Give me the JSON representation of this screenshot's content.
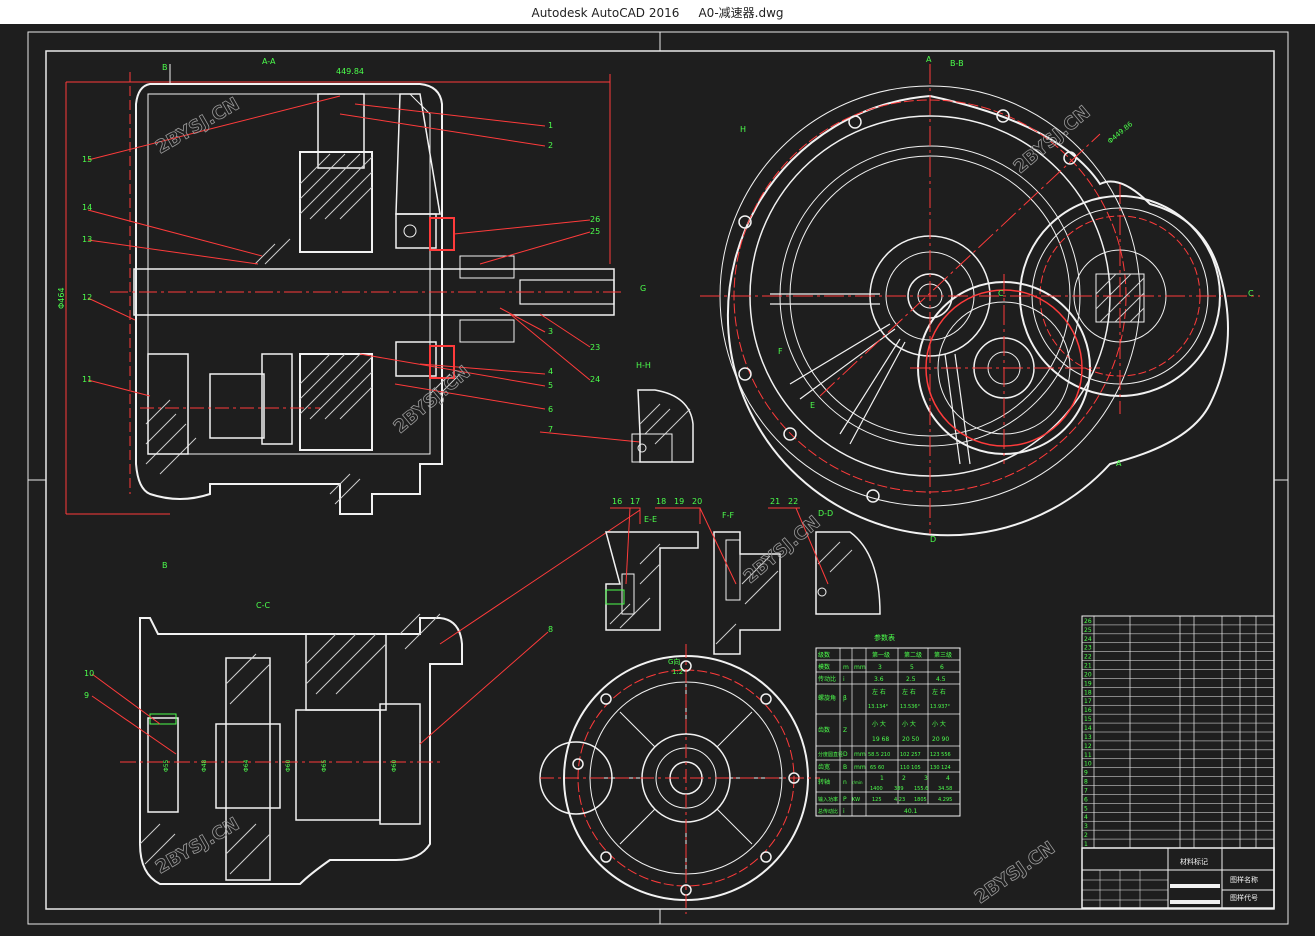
{
  "window": {
    "title": "Autodesk AutoCAD 2016     A0-减速器.dwg"
  },
  "drawing": {
    "watermark": "2BYSJ.CN",
    "section_labels": {
      "aa": "A-A",
      "bb": "B-B",
      "cc": "C-C",
      "hh": "H-H",
      "ee": "E-E",
      "ff": "F-F",
      "dd": "D-D",
      "b_top": "B",
      "b_bottom": "B",
      "g": "G",
      "a_top": "A",
      "a_bottom": "A",
      "c_left": "C",
      "c_right": "C",
      "d_bottom": "D",
      "h_mark": "H",
      "f_mark": "F",
      "e_mark": "E"
    },
    "dimensions": {
      "width_top": "449.84",
      "height_left": "Φ464",
      "dia_bb": "Φ449.86",
      "shaft_dims": [
        "Φ55",
        "Φ48",
        "Φ64",
        "Φ60",
        "Φ65",
        "Φ60"
      ]
    },
    "part_numbers": [
      "1",
      "2",
      "3",
      "4",
      "5",
      "6",
      "7",
      "8",
      "9",
      "10",
      "11",
      "12",
      "13",
      "14",
      "15",
      "16",
      "17",
      "18",
      "19",
      "20",
      "21",
      "22",
      "23",
      "24",
      "25",
      "26"
    ],
    "g_view": {
      "label": "G向",
      "scale": "1:2"
    }
  },
  "param_table": {
    "title": "参数表",
    "header": [
      "级数",
      "第一级",
      "第二级",
      "第三级"
    ],
    "rows": [
      {
        "label": "模数",
        "sym": "m",
        "unit": "mm",
        "values": [
          "3",
          "5",
          "6"
        ]
      },
      {
        "label": "传动比",
        "sym": "i",
        "unit": "",
        "values": [
          "3.6",
          "2.5",
          "4.5"
        ]
      },
      {
        "label": "螺旋角",
        "sym": "β",
        "unit": "",
        "values": [
          "左 右",
          "左 右",
          "左 右"
        ]
      },
      {
        "label": "",
        "sym": "",
        "unit": "",
        "values": [
          "13.134°",
          "13.536°",
          "13.937°"
        ]
      },
      {
        "label": "齿数",
        "sym": "Z",
        "unit": "",
        "values": [
          "小 大",
          "小 大",
          "小 大"
        ]
      },
      {
        "label": "",
        "sym": "",
        "unit": "",
        "values": [
          "19 68",
          "20 50",
          "20 90"
        ]
      },
      {
        "label": "分度圆直径",
        "sym": "D",
        "unit": "mm",
        "values": [
          "58.5 210",
          "102 257",
          "123 556"
        ]
      },
      {
        "label": "齿宽",
        "sym": "B",
        "unit": "mm",
        "values": [
          "65 60",
          "110 105",
          "130 124"
        ]
      },
      {
        "label": "转轴",
        "sym": "n",
        "unit": "r/min",
        "values": [
          "1",
          "2",
          "3",
          "4"
        ]
      },
      {
        "label": "",
        "sym": "",
        "unit": "",
        "values": [
          "1400",
          "389",
          "155.6",
          "34.58"
        ]
      },
      {
        "label": "输入功率",
        "sym": "P",
        "unit": "KW",
        "values": [
          "125",
          "4.23",
          "1805",
          "4.295"
        ]
      },
      {
        "label": "总传动比",
        "sym": "i",
        "unit": "",
        "values": [
          "40.1"
        ]
      }
    ]
  },
  "title_block": {
    "material_mark": "材料标记",
    "drawing_name": "图样名称",
    "drawing_code": "图样代号"
  }
}
